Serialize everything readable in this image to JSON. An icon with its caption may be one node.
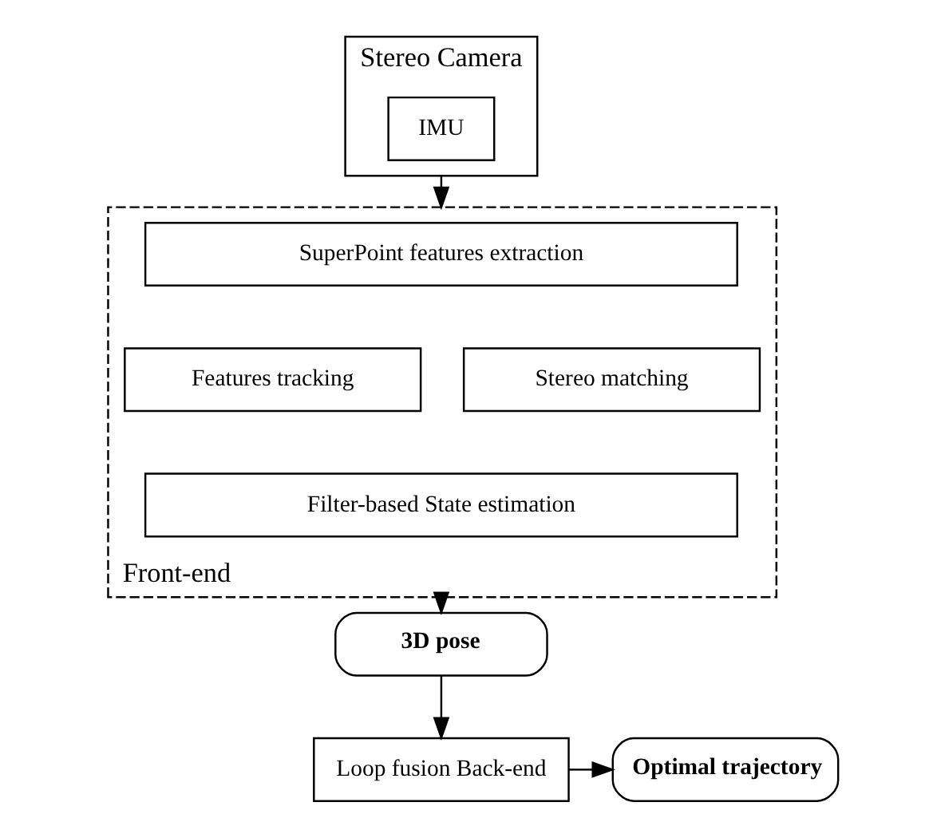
{
  "diagram": {
    "nodes": [
      {
        "text": [
          "Stereo Camera"
        ]
      },
      {
        "text": [
          "IMU"
        ],
        "in": 0
      },
      {
        "text": [
          "Front-end"
        ]
      },
      {
        "text": [
          "SuperPoint features extraction"
        ],
        "in": 2
      },
      {
        "text": [
          "Features tracking"
        ],
        "in": 2
      },
      {
        "text": [
          "Stereo matching"
        ],
        "in": 2
      },
      {
        "text": [
          "Filter-based State estimation"
        ],
        "in": 2
      },
      {
        "text": [
          "3D pose"
        ]
      },
      {
        "text": [
          "Loop fusion Back-end"
        ]
      },
      {
        "text": [
          "Optimal trajectory"
        ]
      }
    ],
    "edges": [
      {
        "from": 0,
        "to": 2,
        "arrow": "to"
      },
      {
        "from": 2,
        "to": 7,
        "arrow": "to"
      },
      {
        "from": 7,
        "to": 8,
        "arrow": "to"
      },
      {
        "from": 8,
        "to": 9,
        "arrow": "to"
      }
    ]
  }
}
